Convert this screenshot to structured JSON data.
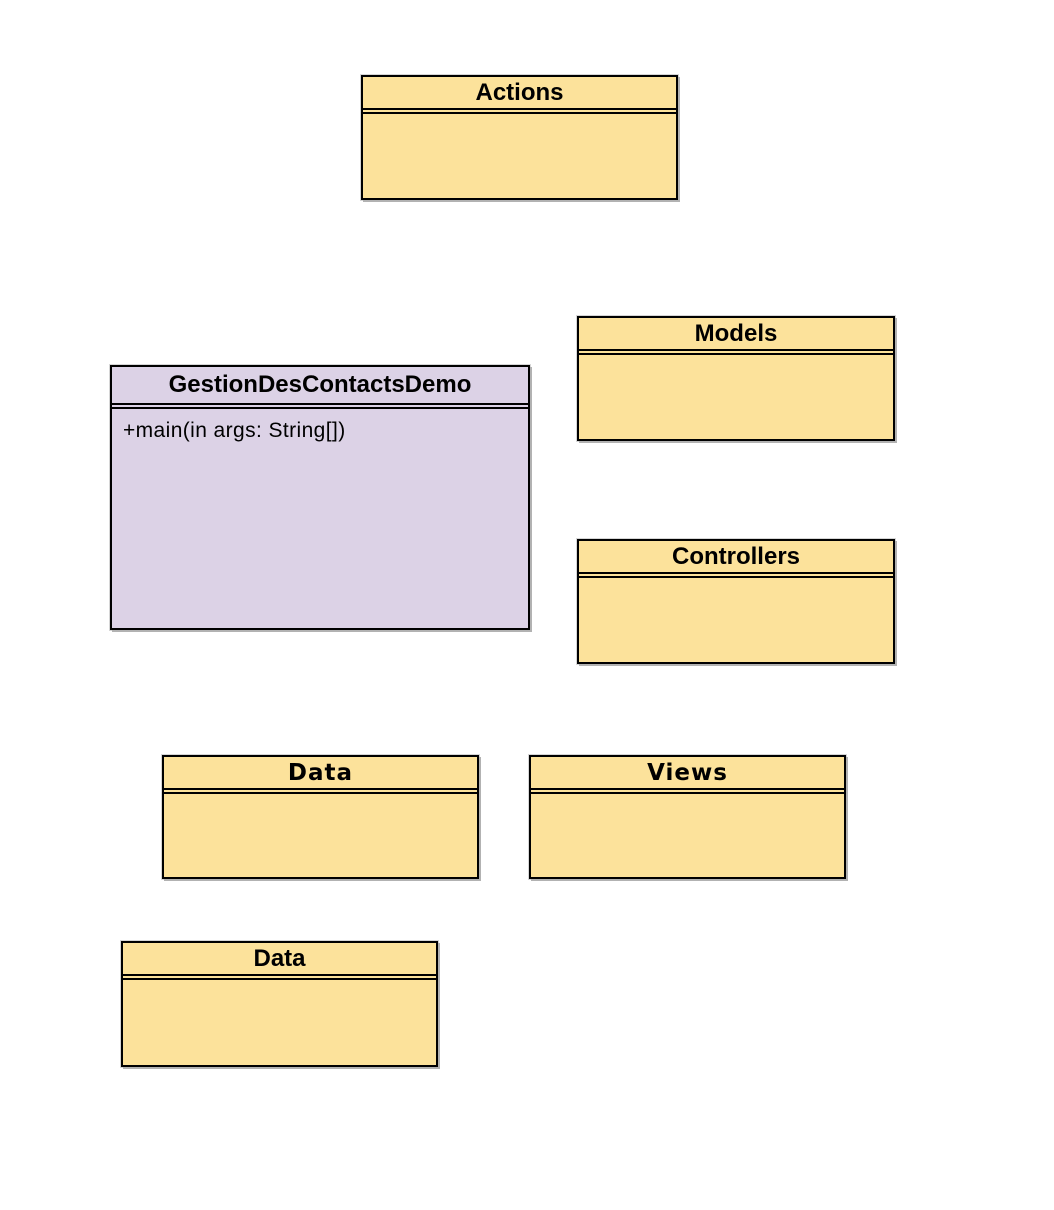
{
  "diagram": {
    "type": "uml-class-diagram",
    "background_color": "#ffffff",
    "border_color": "#000000",
    "shadow_color": "#b2b2b2",
    "fill_yellow": "#fce29b",
    "fill_purple": "#dcd2e6",
    "classes": [
      {
        "name": "Actions",
        "fill": "#fce29b",
        "members": []
      },
      {
        "name": "Models",
        "fill": "#fce29b",
        "members": []
      },
      {
        "name": "GestionDesContactsDemo",
        "fill": "#dcd2e6",
        "members": [
          "+main(in args: String[])"
        ]
      },
      {
        "name": "Controllers",
        "fill": "#fce29b",
        "members": []
      },
      {
        "name": "Data",
        "fill": "#fce29b",
        "members": []
      },
      {
        "name": "Views",
        "fill": "#fce29b",
        "members": []
      },
      {
        "name": "Data",
        "fill": "#fce29b",
        "members": []
      }
    ]
  }
}
